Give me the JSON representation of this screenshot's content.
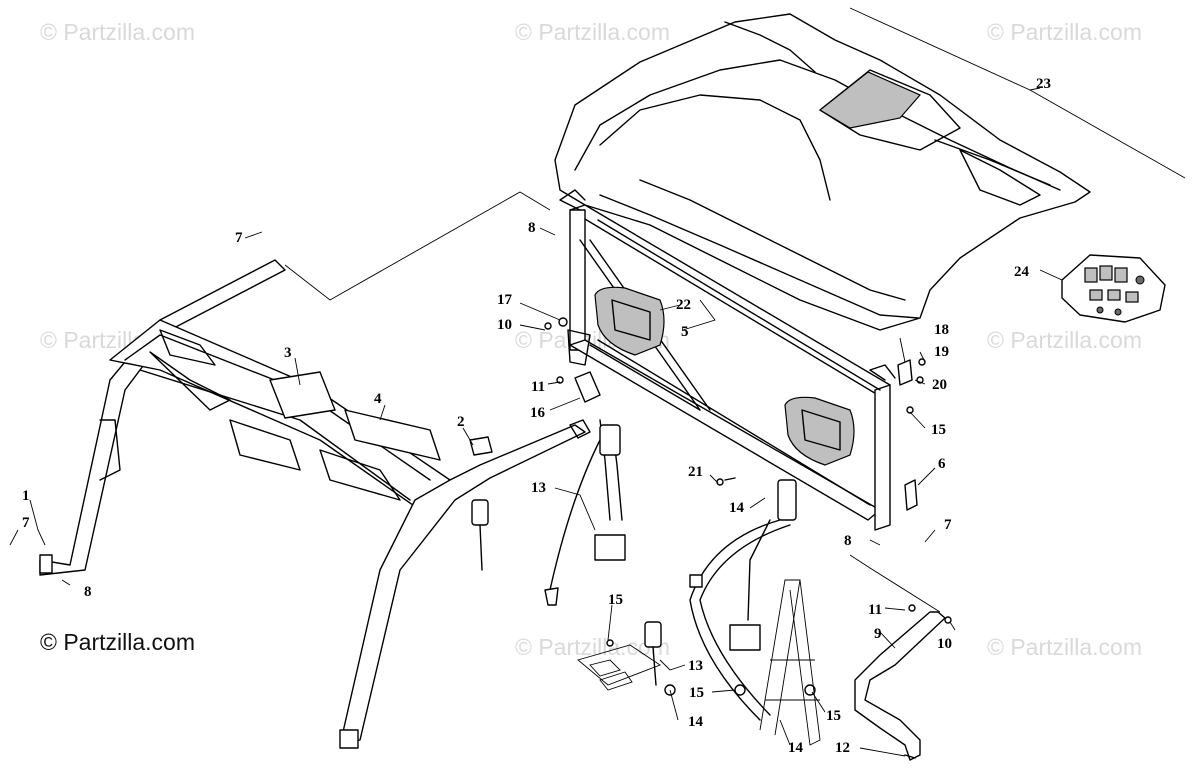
{
  "watermark": "© Partzilla.com",
  "copyright": "© Partzilla.com",
  "callouts": [
    "1",
    "2",
    "3",
    "4",
    "5",
    "6",
    "7",
    "8",
    "9",
    "10",
    "11",
    "12",
    "13",
    "14",
    "15",
    "16",
    "17",
    "18",
    "19",
    "20",
    "21",
    "22",
    "23",
    "24"
  ],
  "parts": {
    "roof": "23",
    "hardware_bag": "24",
    "front_frame": "1",
    "decal_small": "2",
    "decal_a": "3",
    "decal_b": "4",
    "rear_frame": "5",
    "side_decal": "6",
    "seat_belt_left": "13",
    "seat_belt_right": "14",
    "bracket": "16",
    "hand_hold": "9",
    "handle_pad": "22"
  }
}
